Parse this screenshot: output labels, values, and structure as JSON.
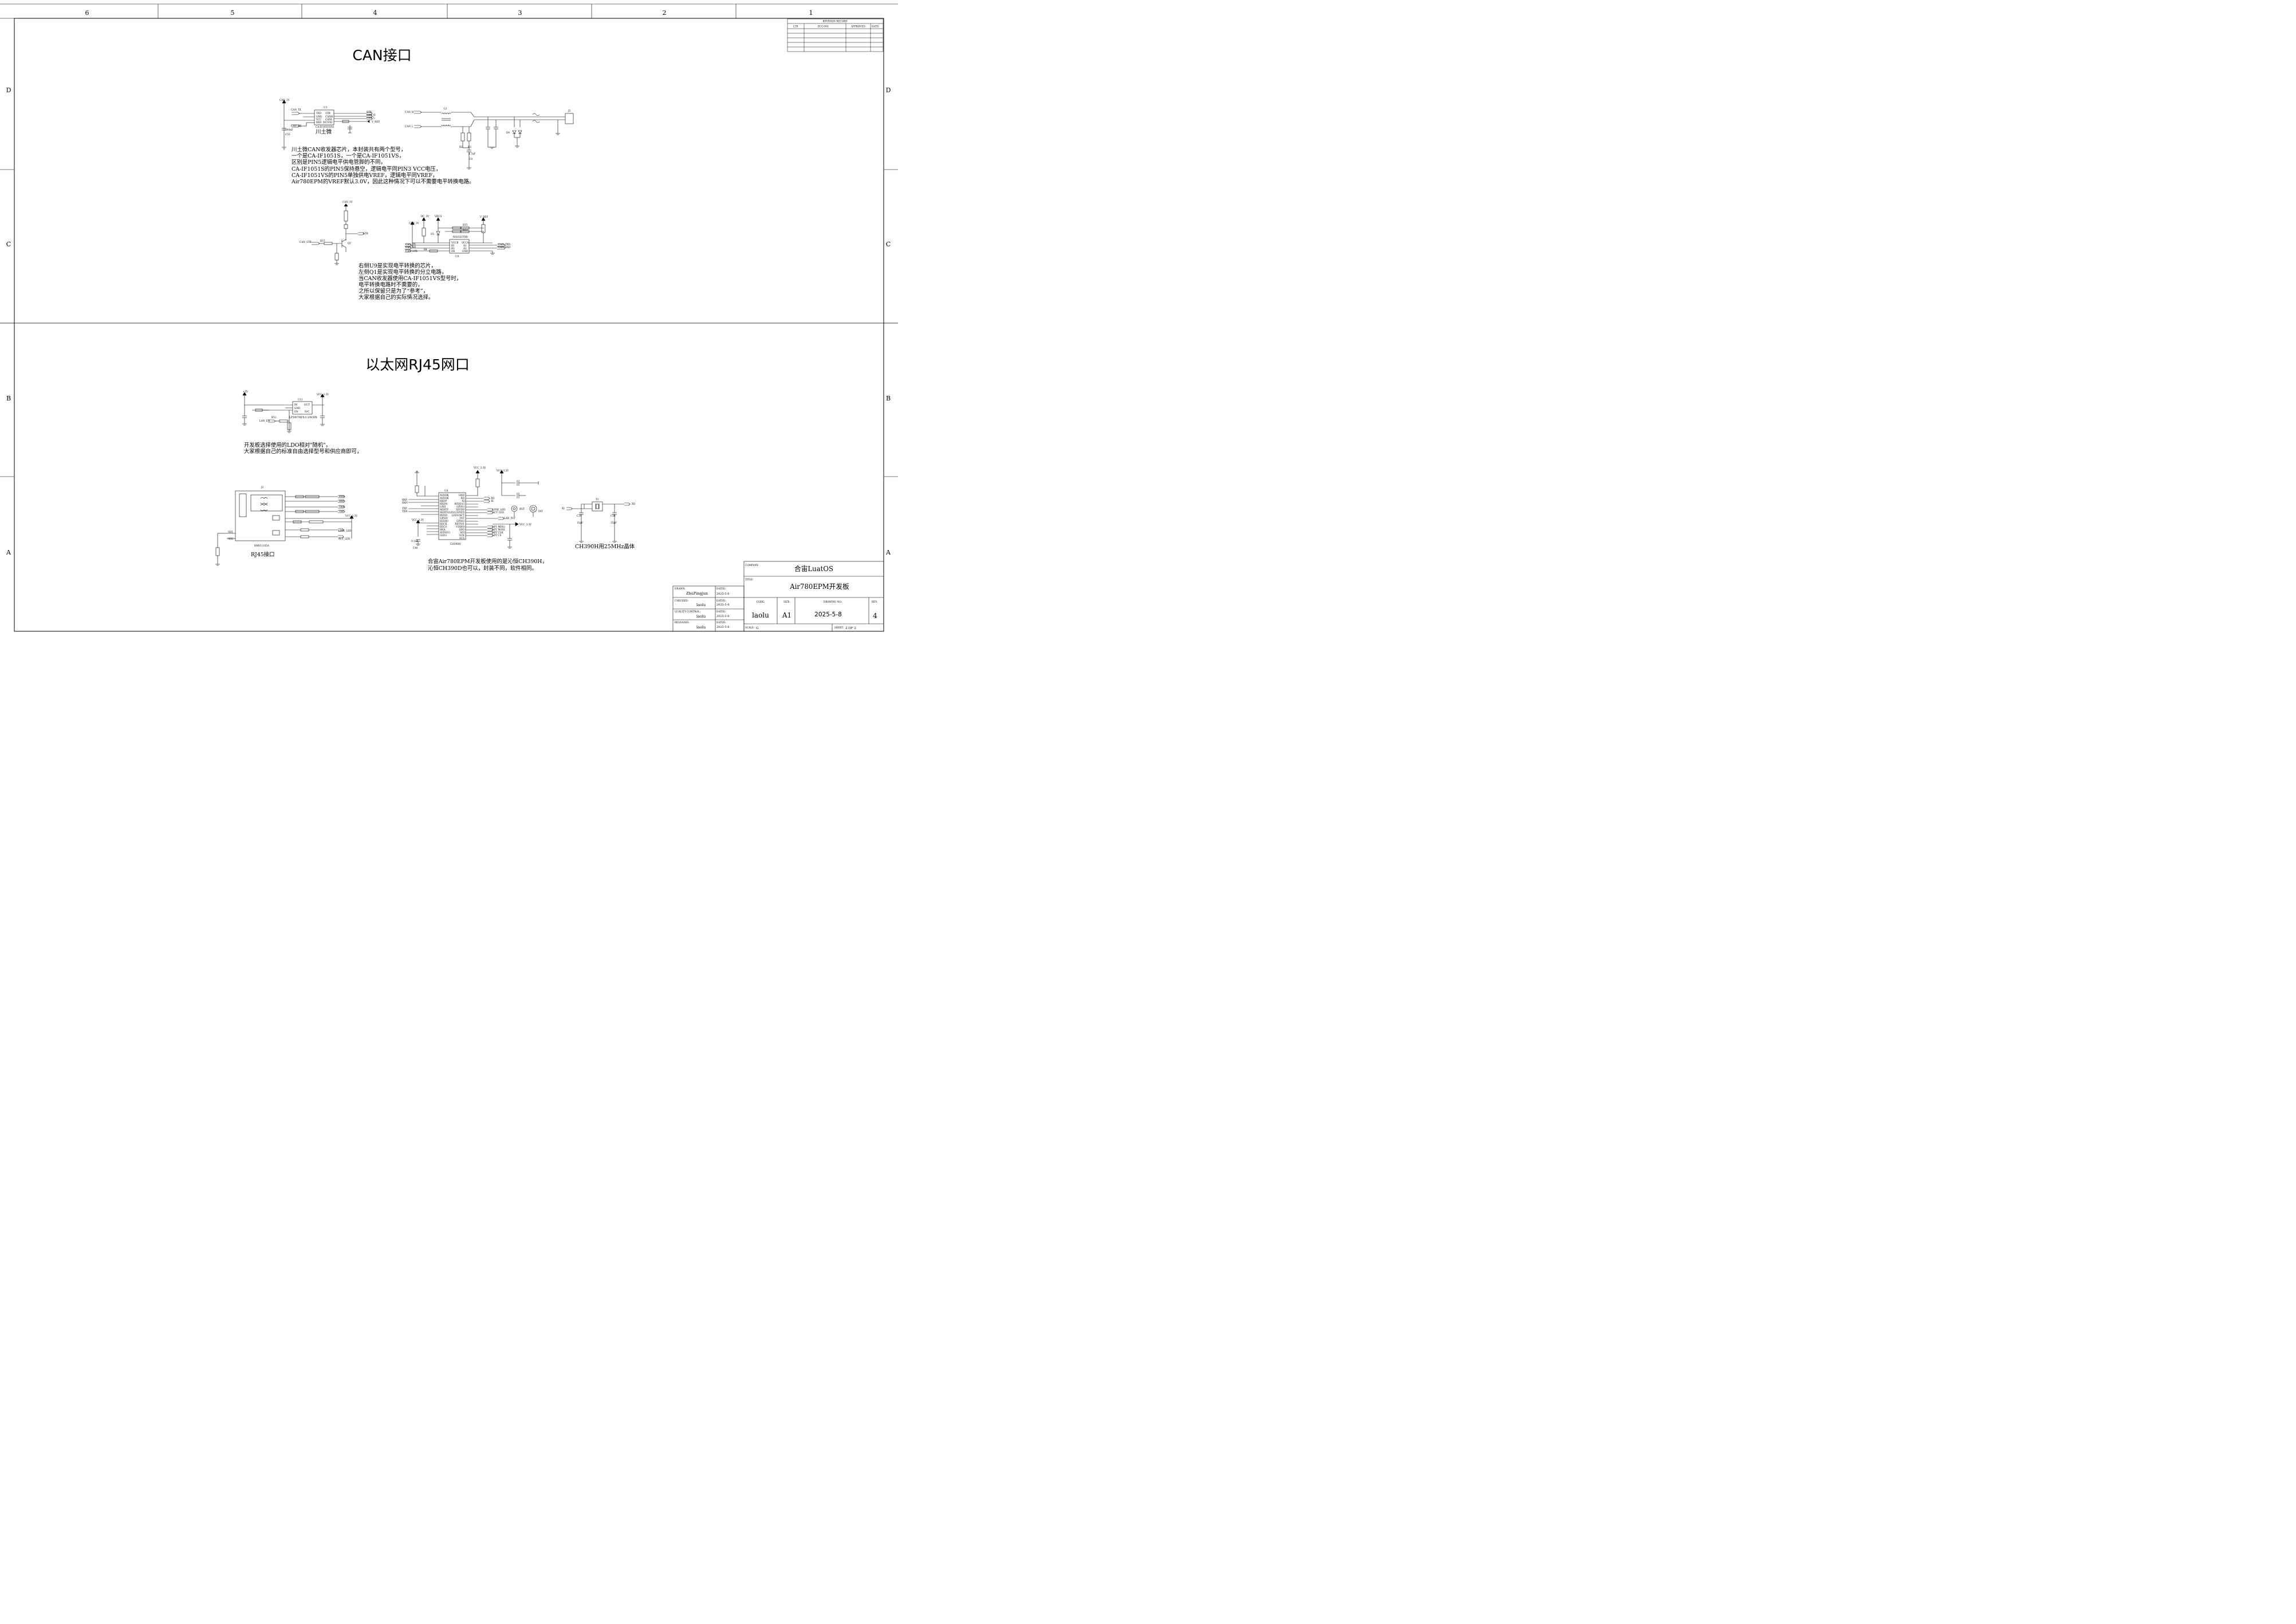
{
  "frame": {
    "columns": [
      "6",
      "5",
      "4",
      "3",
      "2",
      "1"
    ],
    "rows": [
      "D",
      "C",
      "B",
      "A"
    ]
  },
  "revision": {
    "title": "REVISION RECORD",
    "headers": [
      "LTR",
      "ECO NO:",
      "APPROVED:",
      "DATE:"
    ]
  },
  "sections": {
    "can_title": "CAN接口",
    "eth_title": "以太网RJ45网口"
  },
  "notes": {
    "can_note": [
      "川土微CAN收发器芯片，本封装共有两个型号，",
      "一个是CA-IF1051S，一个是CA-IF1051VS，",
      "区别是PIN5逻辑电平供电管脚的不同，",
      "CA-IF1051S的PIN5保持悬空，逻辑电平同PIN3 VCC电压，",
      "CA-IF1051VS的PIN5单独供电VREF，逻辑电平同VREF，",
      "Air780EPM的VREF默认3.0V，因此这种情况下可以不需要电平转换电路。"
    ],
    "level_note": [
      "右侧U9是实现电平转换的芯片，",
      "左侧Q1是实现电平转换的分立电路，",
      "当CAN收发器使用CA-IF1051VS型号时，",
      "电平转换电路时不需要的，",
      "之所以保留只是为了“参考”，",
      "大家根据自己的实际情况选择。"
    ],
    "ldo_note": [
      "开发板选择使用的LDO相对\"随机\"，",
      "大家根据自己的标准自由选择型号和供应商即可，"
    ],
    "ch390_note": [
      "合宙Air780EPM开发板使用的是沁恒CH390H，",
      "沁恒CH390D也可以，封装不同，软件相同。"
    ],
    "rj45_label": "RJ45接口",
    "crystal_label": "CH390H用25MHz晶体",
    "chuantu_label": "川土微"
  },
  "schematic_labels": {
    "can_3v": "CAN_3V",
    "can_tx": "CAN_TX",
    "can_rx": "CAN_RX",
    "u3": "U3",
    "u3_pins_left": [
      "TXD",
      "GND",
      "VCC",
      "RXD"
    ],
    "u3_pins_right": [
      "STB",
      "CANH",
      "CANL",
      "NC/VIO"
    ],
    "stb": "STB",
    "can_h": "CAN_H",
    "can_l": "CAN_L",
    "v_ref": "V_REF",
    "u3_part": "CA-IF1051S/Vs",
    "c53": "C53",
    "c53v": "100nF",
    "l2": "L2",
    "j5": "J5",
    "d4": "D4",
    "r2": "R2",
    "r3": "R3",
    "c8": "C8",
    "c8v": "4.7nF",
    "can_stb": "CAN_STB",
    "q1": "Q1",
    "r57": "R57",
    "bc_3v": "BC_3V",
    "vbus": "VBUS",
    "d5": "D5",
    "r15": "R15",
    "r13": "R13",
    "r4": "R4",
    "u9": "U9",
    "u9_part": "RS0102YH8",
    "u9_pins_left": [
      "VCCB",
      "B1",
      "B2",
      "OE"
    ],
    "u9_pins_right": [
      "VCCA",
      "A1",
      "A2",
      "GND"
    ],
    "can_txd": "CAN_TXD",
    "can_rxd": "CAN_RXD",
    "p5v": "+5V",
    "vcc33": "VCC_3.3V",
    "u11": "U11",
    "u11_part": "LP5907MFX-3.3/NOPB",
    "u11_pins_left": [
      "IN",
      "GND",
      "EN"
    ],
    "u11_pins_right": [
      "OUT",
      "",
      "N/C"
    ],
    "r51": "R51",
    "lan_en": "LAN_EN",
    "j2": "J2",
    "j2_part": "HR911105A",
    "sh1": "SH1",
    "sh2": "SH2",
    "rxn": "RXN",
    "rxp": "RXP",
    "txn": "TXN",
    "txp": "TXP",
    "lnk_led": "LINK_LED",
    "act_led": "ACT_LED",
    "u8": "U8",
    "u8_part": "CH390H",
    "u8_pins_left": [
      "AVDDK",
      "AVDDK",
      "RXDP",
      "RXDN",
      "GND",
      "MDITP",
      "MDITN",
      "RVDD",
      "GPIO1",
      "EEDIO",
      "EECK",
      "EECS",
      "MOL",
      "AVDD33",
      "LED3"
    ],
    "u8_pins_right": [
      "GND",
      "XO",
      "XI",
      "AVDD33",
      "GPIO3",
      "IOVDD",
      "LED1/SPIFD",
      "LED2/ACT",
      "INT",
      "GPIO2",
      "RSTN/1",
      "VDDIO",
      "SDO",
      "SDI",
      "SCK",
      "SCS"
    ],
    "spi_miso": "SPI_MISO",
    "spi_mosi": "SPI_MOSI",
    "spi_clk": "SPI_CLK",
    "spi_cs": "SPI_CS",
    "lan_int": "LAN_INT",
    "rst": "RST",
    "int": "INT",
    "xo": "XO",
    "xi": "XI",
    "y1": "Y1",
    "c29": "C29",
    "c30": "C30",
    "cap15": "15pF",
    "c40": "C40",
    "cap01": "0.1uF"
  },
  "title_block": {
    "company_label": "COMPANY:",
    "company": "合宙LuatOS",
    "title_label": "TITLE:",
    "title": "Air780EPM开发板",
    "drawn_label": "DRAWN:",
    "drawn": "ZhuPingjun",
    "drawn_date_label": "DATED:",
    "drawn_date": "2025-5-8",
    "checked_label": "CHECKED:",
    "checked": "laolu",
    "checked_date_label": "DATED:",
    "checked_date": "2025-5-8",
    "qc_label": "QUALITY CONTROL:",
    "qc": "laolu",
    "qc_date_label": "DATED:",
    "qc_date": "2025-5-8",
    "released_label": "RELEASED:",
    "released": "laolu",
    "released_date_label": "DATED:",
    "released_date": "2025-5-8",
    "code_label": "CODE:",
    "code": "laolu",
    "size_label": "SIZE:",
    "size": "A1",
    "drawing_no_label": "DRAWING NO:",
    "drawing_no": "2025-5-8",
    "rev_label": "REV:",
    "rev": "4",
    "scale_label": "SCALE:",
    "scale": "G",
    "sheet_label": "SHEET:",
    "sheet": "2  OF   2"
  }
}
